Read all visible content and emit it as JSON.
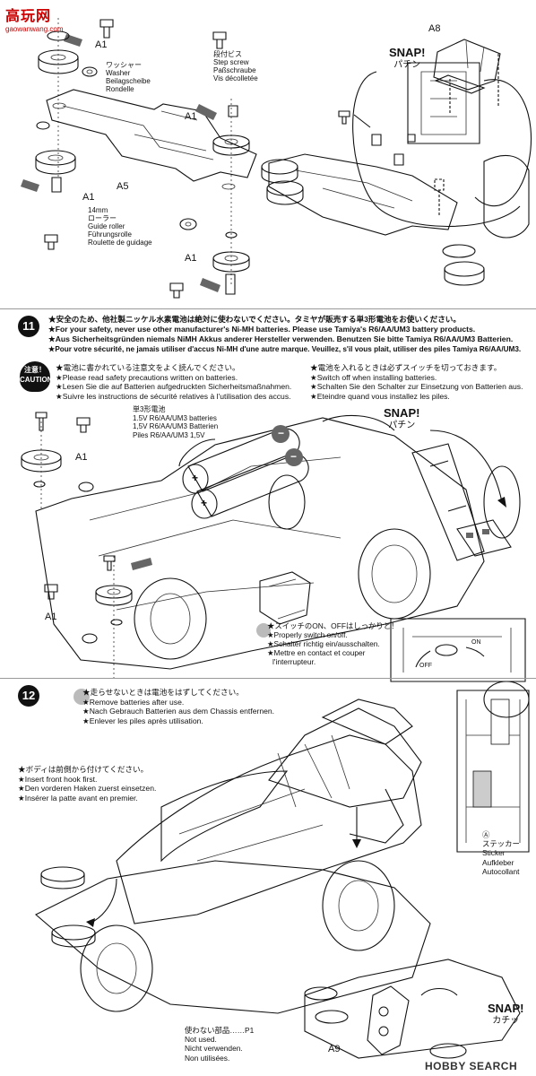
{
  "watermark": {
    "logo_cn": "高玩网",
    "domain": "gaowanwang.com",
    "bottom_right": "HOBBY SEARCH"
  },
  "step10": {
    "label_a1_top": "A1",
    "label_a1_mid": "A1",
    "label_a1_left": "A1",
    "label_a1_bottom": "A1",
    "label_a5": "A5",
    "label_a8": "A8",
    "washer": [
      "ワッシャー",
      "Washer",
      "Beilagscheibe",
      "Rondelle"
    ],
    "step_screw": [
      "段付ビス",
      "Step screw",
      "Paßschraube",
      "Vis décolletée"
    ],
    "guide_roller": [
      "14mm",
      "ローラー",
      "Guide roller",
      "Führungsrolle",
      "Roulette de guidage"
    ],
    "snap_en": "SNAP!",
    "snap_jp": "パチン"
  },
  "step11": {
    "number": "11",
    "safety_notes": [
      "★安全のため、他社製ニッケル水素電池は絶対に使わないでください。タミヤが販売する単3形電池をお使いください。",
      "★For your safety, never use other manufacturer's Ni-MH batteries. Please use Tamiya's R6/AA/UM3 battery products.",
      "★Aus Sicherheitsgründen niemals NiMH Akkus anderer Hersteller verwenden. Benutzen Sie bitte Tamiya R6/AA/UM3 Batterien.",
      "★Pour votre sécurité, ne jamais utiliser d'accus Ni-MH d'une autre marque. Veuillez, s'il vous plait, utiliser des piles Tamiya R6/AA/UM3."
    ],
    "caution_jp": "注意！",
    "caution_en": "CAUTION",
    "caution_left": [
      "★電池に書かれている注意文をよく読んでください。",
      "★Please read safety precautions written on batteries.",
      "★Lesen Sie die auf Batterien aufgedruckten Sicherheitsmaßnahmen.",
      "★Suivre les instructions de sécurité relatives à l'utilisation des accus."
    ],
    "caution_right": [
      "★電池を入れるときは必ずスイッチを切っておきます。",
      "★Switch off when installing batteries.",
      "★Schalten Sie den Schalter zur Einsetzung von Batterien aus.",
      "★Eteindre quand vous installez les piles."
    ],
    "battery_label": [
      "単3形電池",
      "1.5V R6/AA/UM3 batteries",
      "1,5V R6/AA/UM3 Batterien",
      "Piles R6/AA/UM3 1,5V"
    ],
    "switch_notes": [
      "★スイッチのON、OFFはしっかりと！",
      "★Properly switch on/off.",
      "★Schalter richtig ein/ausschalten.",
      "★Mettre en contact et couper",
      "l'interrupteur."
    ],
    "label_a1_top": "A1",
    "label_a1_bottom": "A1",
    "snap_en": "SNAP!",
    "snap_jp": "パチン",
    "off_label": "OFF",
    "on_label": "ON",
    "plus_sign": "+",
    "minus_sign": "−"
  },
  "step12": {
    "number": "12",
    "remove_notes": [
      "★走らせないときは電池をはずしてください。",
      "★Remove batteries after use.",
      "★Nach Gebrauch Batterien aus dem Chassis entfernen.",
      "★Enlever les piles après utilisation."
    ],
    "hook_notes": [
      "★ボディは前側から付けてください。",
      "★Insert front hook first.",
      "★Den vorderen Haken zuerst einsetzen.",
      "★Insérer la patte avant en premier."
    ],
    "sticker": [
      "Ⓐ",
      "ステッカー",
      "Sticker",
      "Aufkleber",
      "Autocollant"
    ],
    "unused": [
      "使わない部品……P1",
      "Not used.",
      "Nicht verwenden.",
      "Non utilisées."
    ],
    "label_a9": "A9",
    "snap_en": "SNAP!",
    "snap_jp": "カチッ"
  }
}
